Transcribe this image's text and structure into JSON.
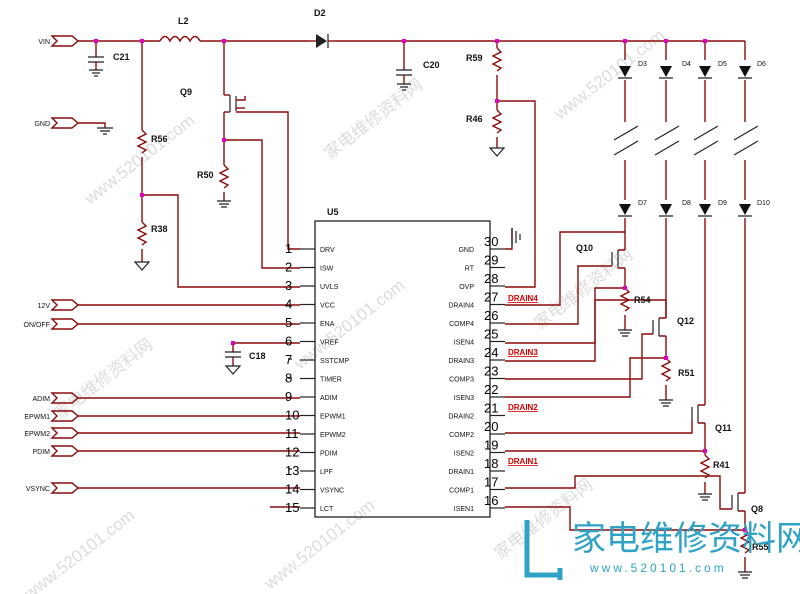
{
  "ic": {
    "name": "U5",
    "left_pins": [
      {
        "num": "1",
        "name": "DRV"
      },
      {
        "num": "2",
        "name": "ISW"
      },
      {
        "num": "3",
        "name": "UVLS"
      },
      {
        "num": "4",
        "name": "VCC"
      },
      {
        "num": "5",
        "name": "ENA"
      },
      {
        "num": "6",
        "name": "VREF"
      },
      {
        "num": "7",
        "name": "SSTCMP"
      },
      {
        "num": "8",
        "name": "TIMER"
      },
      {
        "num": "9",
        "name": "ADIM"
      },
      {
        "num": "10",
        "name": "EPWM1"
      },
      {
        "num": "11",
        "name": "EPWM2"
      },
      {
        "num": "12",
        "name": "PDIM"
      },
      {
        "num": "13",
        "name": "LPF"
      },
      {
        "num": "14",
        "name": "VSYNC"
      },
      {
        "num": "15",
        "name": "LCT"
      }
    ],
    "right_pins": [
      {
        "num": "30",
        "name": "GND"
      },
      {
        "num": "29",
        "name": "RT"
      },
      {
        "num": "28",
        "name": "OVP"
      },
      {
        "num": "27",
        "name": "DRAIN4"
      },
      {
        "num": "26",
        "name": "COMP4"
      },
      {
        "num": "25",
        "name": "ISEN4"
      },
      {
        "num": "24",
        "name": "DRAIN3"
      },
      {
        "num": "23",
        "name": "COMP3"
      },
      {
        "num": "22",
        "name": "ISEN3"
      },
      {
        "num": "21",
        "name": "DRAIN2"
      },
      {
        "num": "20",
        "name": "COMP2"
      },
      {
        "num": "19",
        "name": "ISEN2"
      },
      {
        "num": "18",
        "name": "DRAIN1"
      },
      {
        "num": "17",
        "name": "COMP1"
      },
      {
        "num": "16",
        "name": "ISEN1"
      }
    ]
  },
  "drain_net_labels": [
    "DRAIN4",
    "DRAIN3",
    "DRAIN2",
    "DRAIN1"
  ],
  "ports": [
    "VIN",
    "GND",
    "12V",
    "ON/OFF",
    "ADIM",
    "EPWM1",
    "EPWM2",
    "PDIM",
    "VSYNC"
  ],
  "components": {
    "L2": "L2",
    "D2": "D2",
    "C21": "C21",
    "C20": "C20",
    "Q9": "Q9",
    "R56": "R56",
    "R50": "R50",
    "R38": "R38",
    "R59": "R59",
    "R46": "R46",
    "C18": "C18",
    "Q10": "Q10",
    "Q12": "Q12",
    "Q11": "Q11",
    "Q8": "Q8",
    "R54": "R54",
    "R51": "R51",
    "R41": "R41",
    "R55": "R55"
  },
  "leds_top": [
    "D3",
    "D4",
    "D5",
    "D6"
  ],
  "leds_bottom": [
    "D7",
    "D8",
    "D9",
    "D10"
  ],
  "watermark": {
    "text": "www.520101.com",
    "text_cn": "家电维修资料网",
    "logo_cn": "家电维修资料网",
    "logo_url": "www.520101.com"
  },
  "colors": {
    "wire": "#8b0a0a",
    "drain_label": "#d40000",
    "logo": "#2fa3c5",
    "junction": "#e000c0"
  }
}
